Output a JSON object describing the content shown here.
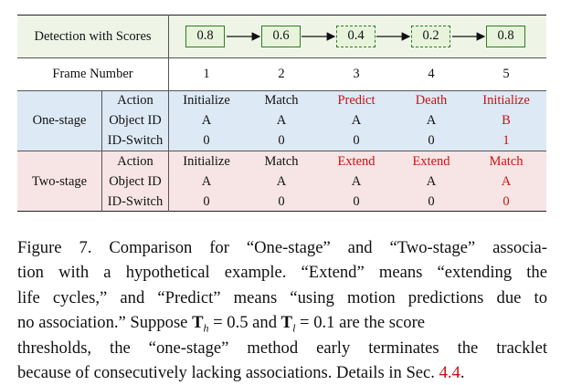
{
  "table": {
    "detection_label": "Detection with Scores",
    "scores": [
      {
        "value": "0.8",
        "style": "solid"
      },
      {
        "value": "0.6",
        "style": "solid"
      },
      {
        "value": "0.4",
        "style": "dashed"
      },
      {
        "value": "0.2",
        "style": "dashed"
      },
      {
        "value": "0.8",
        "style": "solid"
      }
    ],
    "frame_label": "Frame Number",
    "frames": [
      "1",
      "2",
      "3",
      "4",
      "5"
    ],
    "one_stage": {
      "label": "One-stage",
      "rows": [
        {
          "label": "Action",
          "cells": [
            "Initialize",
            "Match",
            "Predict",
            "Death",
            "Initialize"
          ]
        },
        {
          "label": "Object ID",
          "cells": [
            "A",
            "A",
            "A",
            "A",
            "B"
          ]
        },
        {
          "label": "ID-Switch",
          "cells": [
            "0",
            "0",
            "0",
            "0",
            "1"
          ]
        }
      ]
    },
    "two_stage": {
      "label": "Two-stage",
      "rows": [
        {
          "label": "Action",
          "cells": [
            "Initialize",
            "Match",
            "Extend",
            "Extend",
            "Match"
          ]
        },
        {
          "label": "Object ID",
          "cells": [
            "A",
            "A",
            "A",
            "A",
            "A"
          ]
        },
        {
          "label": "ID-Switch",
          "cells": [
            "0",
            "0",
            "0",
            "0",
            "0"
          ]
        }
      ]
    },
    "colors": {
      "highlight_red": "#cc1111",
      "box_green": "#2e7d1f",
      "one_stage_bg": "#dde9f5",
      "two_stage_bg": "#f7e4e4"
    }
  },
  "caption": {
    "line1": "Figure 7.  Comparison for “One-stage” and “Two-stage” associa-",
    "line2": "tion with a hypothetical example. “Extend” means “extending the",
    "line3": "life cycles,” and “Predict” means “using motion predictions due to",
    "line4_a": "no association.”  Suppose ",
    "line4_T1": "T",
    "line4_h": "h",
    "line4_eq1": " = 0.5 and ",
    "line4_T2": "T",
    "line4_l": "l",
    "line4_eq2": " = 0.1 are the score",
    "line5": "thresholds, the “one-stage” method early terminates the tracklet",
    "line6_a": "because of consecutively lacking associations. Details in Sec. ",
    "line6_ref": "4.4",
    "line6_end": "."
  }
}
